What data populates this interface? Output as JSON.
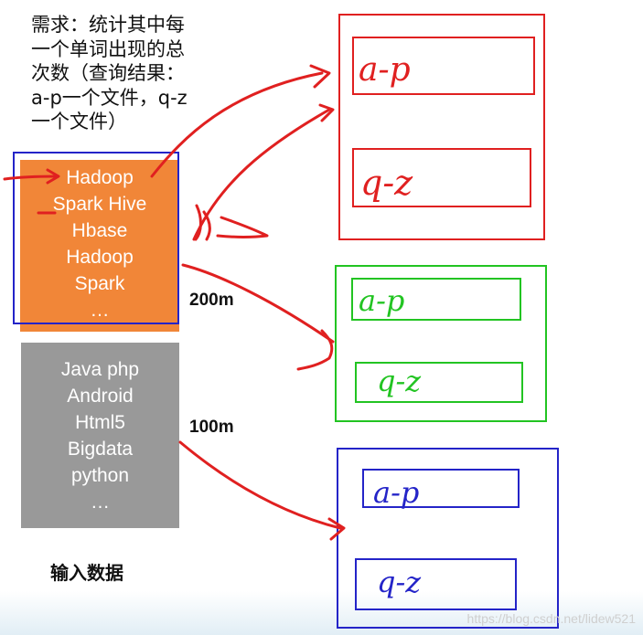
{
  "requirement": {
    "lines": [
      "需求：统计其中每",
      "一个单词出现的总",
      "次数（查询结果：",
      "a-p一个文件，q-z",
      "一个文件）"
    ]
  },
  "input_blocks": [
    {
      "color": "#f18638",
      "lines": [
        "Hadoop",
        "Spark Hive",
        "Hbase",
        "Hadoop",
        "Spark",
        "…"
      ],
      "size_label": "200m"
    },
    {
      "color": "#999999",
      "lines": [
        "Java php",
        "Android",
        "Html5",
        "Bigdata",
        "python",
        "…"
      ],
      "size_label": "100m"
    }
  ],
  "input_label": "输入数据",
  "output_groups": [
    {
      "color": "#e02020",
      "partitions": [
        "a-p",
        "q-z"
      ]
    },
    {
      "color": "#22c422",
      "partitions": [
        "a-p",
        "q-z"
      ]
    },
    {
      "color": "#2424c8",
      "partitions": [
        "a-p",
        "q-z"
      ]
    }
  ],
  "watermark": "https://blog.csdn.net/lidew521"
}
